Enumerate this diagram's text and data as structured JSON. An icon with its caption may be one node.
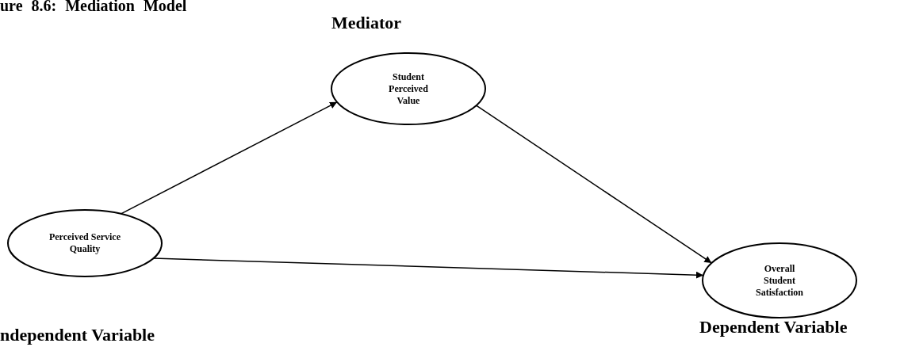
{
  "diagram": {
    "title": "ure 8.6: Mediation Model",
    "nodes": [
      {
        "text": [
          "Student Perceived Value"
        ],
        "beside": [
          "Mediator"
        ]
      },
      {
        "text": [
          "Perceived Service Quality"
        ],
        "beside": [
          "ndependent Variable"
        ]
      },
      {
        "text": [
          "Overall Student Satisfaction"
        ],
        "beside": [
          "Dependent Variable"
        ]
      }
    ],
    "edges": [
      {
        "from": 1,
        "to": 0,
        "arrow": "to"
      },
      {
        "from": 0,
        "to": 2,
        "arrow": "to"
      },
      {
        "from": 1,
        "to": 2,
        "arrow": "to"
      }
    ]
  }
}
